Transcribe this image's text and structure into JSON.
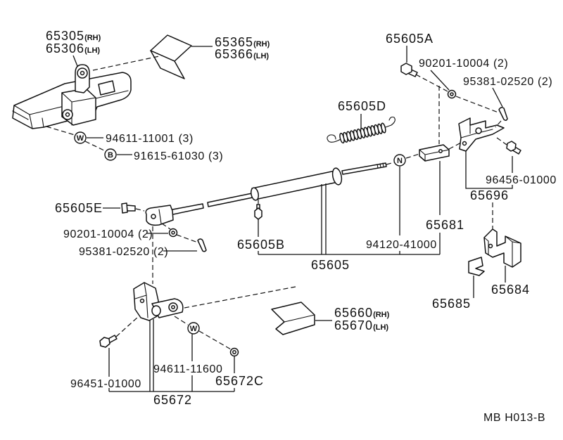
{
  "labels": {
    "bracket_rh": {
      "number": "65305",
      "side": "(RH)"
    },
    "bracket_lh": {
      "number": "65306",
      "side": "(LH)"
    },
    "upper_cover_rh": {
      "number": "65365",
      "side": "(RH)"
    },
    "upper_cover_lh": {
      "number": "65366",
      "side": "(LH)"
    },
    "bolt_a": "65605A",
    "washer_upper": "90201-10004 (2)",
    "pin_upper": "95381-02520 (2)",
    "spring": "65605D",
    "washer_w_upper": "94611-11001 (3)",
    "bolt_b": "91615-61030 (3)",
    "bolt_96456": "96456-01000",
    "bracket_65696": "65696",
    "bolt_e": "65605E",
    "washer_mid": "90201-10004 (2)",
    "pin_mid": "95381-02520 (2)",
    "grease_fitting": "65605B",
    "clevis_65681": "65681",
    "nut_94120": "94120-41000",
    "rod_assembly": "65605",
    "bracket_65684": "65684",
    "clip_65685": "65685",
    "lower_cover_rh": {
      "number": "65660",
      "side": "(RH)"
    },
    "lower_cover_lh": {
      "number": "65670",
      "side": "(LH)"
    },
    "washer_w_lower": "94611-11600",
    "nut_c": "65672C",
    "bolt_96451": "96451-01000",
    "lever": "65672"
  },
  "markers": {
    "w_upper": "W",
    "b": "B",
    "n": "N",
    "w_lower": "W"
  },
  "diagram_code": "MB H013-B"
}
